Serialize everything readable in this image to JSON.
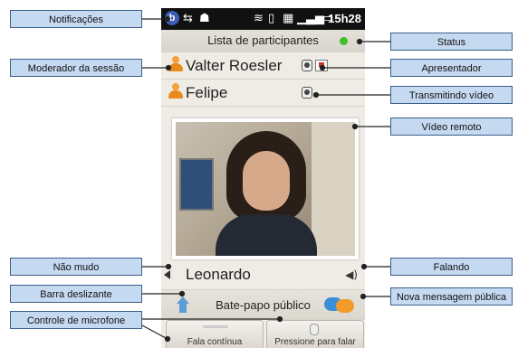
{
  "statusbar": {
    "time": "15h28",
    "icons": [
      "b-app-icon",
      "usb-icon",
      "android-icon",
      "wifi-icon",
      "vibrate-icon",
      "sd-icon",
      "signal-icon",
      "battery-icon"
    ]
  },
  "participants": {
    "header": "Lista de participantes",
    "status_color": "#3fbf28",
    "users": [
      {
        "name": "Valter Roesler"
      },
      {
        "name": "Felipe"
      }
    ]
  },
  "speaking_user": {
    "name": "Leonardo"
  },
  "chat": {
    "label": "Bate-papo público"
  },
  "buttons": {
    "continuous": "Fala contínua",
    "push_to_talk": "Pressione para falar"
  },
  "callouts": {
    "notificacoes": "Notificações",
    "moderador": "Moderador da sessão",
    "nao_mudo": "Não mudo",
    "barra": "Barra deslizante",
    "microfone": "Controle de microfone",
    "status": "Status",
    "apresentador": "Apresentador",
    "transmitindo": "Transmitindo vídeo",
    "video_remoto": "Vídeo remoto",
    "falando": "Falando",
    "nova_msg": "Nova mensagem pública"
  }
}
